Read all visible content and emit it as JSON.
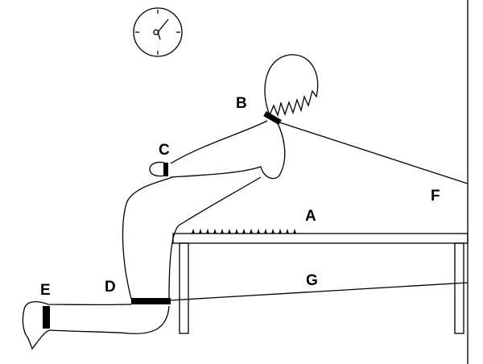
{
  "labels": {
    "A": "A",
    "B": "B",
    "C": "C",
    "D": "D",
    "E": "E",
    "F": "F",
    "G": "G"
  },
  "colors": {
    "ink": "#000000",
    "background": "#ffffff"
  }
}
